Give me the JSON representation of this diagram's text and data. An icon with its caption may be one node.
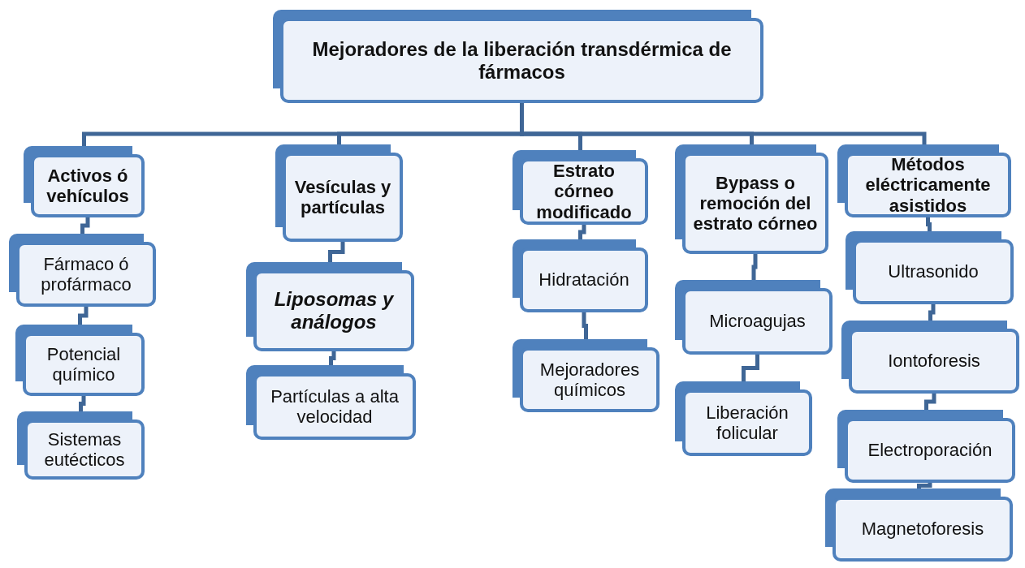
{
  "diagram": {
    "nodes": [
      {
        "text": [
          "Mejoradores de la liberación  transdérmica de fármacos"
        ]
      },
      {
        "text": [
          "Activos ó vehículos"
        ]
      },
      {
        "text": [
          "Fármaco ó profármaco"
        ]
      },
      {
        "text": [
          "Potencial químico"
        ]
      },
      {
        "text": [
          "Sistemas eutécticos"
        ]
      },
      {
        "text": [
          "Vesículas y partículas"
        ]
      },
      {
        "text": [
          "Liposomas y análogos"
        ]
      },
      {
        "text": [
          "Partículas a alta velocidad"
        ]
      },
      {
        "text": [
          "Estrato córneo modificado"
        ]
      },
      {
        "text": [
          "Hidratación"
        ]
      },
      {
        "text": [
          "Mejoradores químicos"
        ]
      },
      {
        "text": [
          "Bypass o remoción del estrato córneo"
        ]
      },
      {
        "text": [
          "Microagujas"
        ]
      },
      {
        "text": [
          "Liberación folicular"
        ]
      },
      {
        "text": [
          "Métodos eléctricamente asistidos"
        ]
      },
      {
        "text": [
          "Ultrasonido"
        ]
      },
      {
        "text": [
          "Iontoforesis"
        ]
      },
      {
        "text": [
          "Electroporación"
        ]
      },
      {
        "text": [
          "Magnetoforesis"
        ]
      }
    ],
    "edges": [
      {
        "from": 0,
        "to": 1,
        "arrow": "none"
      },
      {
        "from": 0,
        "to": 5,
        "arrow": "none"
      },
      {
        "from": 0,
        "to": 8,
        "arrow": "none"
      },
      {
        "from": 0,
        "to": 11,
        "arrow": "none"
      },
      {
        "from": 0,
        "to": 14,
        "arrow": "none"
      },
      {
        "from": 1,
        "to": 2,
        "arrow": "none"
      },
      {
        "from": 2,
        "to": 3,
        "arrow": "none"
      },
      {
        "from": 3,
        "to": 4,
        "arrow": "none"
      },
      {
        "from": 5,
        "to": 6,
        "arrow": "none"
      },
      {
        "from": 6,
        "to": 7,
        "arrow": "none"
      },
      {
        "from": 8,
        "to": 9,
        "arrow": "none"
      },
      {
        "from": 9,
        "to": 10,
        "arrow": "none"
      },
      {
        "from": 11,
        "to": 12,
        "arrow": "none"
      },
      {
        "from": 12,
        "to": 13,
        "arrow": "none"
      },
      {
        "from": 14,
        "to": 15,
        "arrow": "none"
      },
      {
        "from": 15,
        "to": 16,
        "arrow": "none"
      },
      {
        "from": 16,
        "to": 17,
        "arrow": "none"
      },
      {
        "from": 17,
        "to": 18,
        "arrow": "none"
      }
    ]
  }
}
